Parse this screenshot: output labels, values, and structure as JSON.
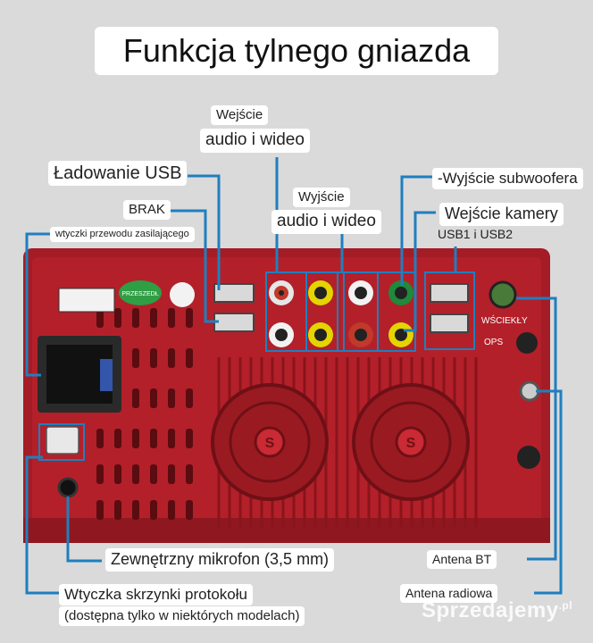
{
  "title": "Funkcja tylnego gniazda",
  "labels": {
    "audio_video_input_1": "Wejście",
    "audio_video_input_2": "audio i wideo",
    "usb_charging": "Ładowanie USB",
    "audio_video_output_1": "Wyjście",
    "audio_video_output_2": "audio i wideo",
    "subwoofer_output": "-Wyjście subwoofera",
    "camera_input": "Wejście kamery",
    "usb1_usb2": "USB1 i USB2",
    "brak": "BRAK",
    "power_cable_plug": "wtyczki przewodu zasilającego",
    "wsciekly": "WŚCIEKŁY",
    "ops": "OPS",
    "external_mic": "Zewnętrzny mikrofon (3,5 mm)",
    "bt_antenna": "Antena BT",
    "protocol_box_plug": "Wtyczka skrzynki protokołu",
    "protocol_box_note": "(dostępna tylko w niektórych modelach)",
    "radio_antenna": "Antena radiowa"
  },
  "device_sticker": "PRZESZEDŁ",
  "watermark": {
    "brand": "Sprzedajemy",
    "suffix": ".pl"
  },
  "colors": {
    "panel_red": "#b3202a",
    "leader_line": "#1f7fbf",
    "jack_yellow": "#e4d400",
    "jack_green": "#1e8a3a",
    "jack_red": "#c0392b",
    "sticker_green": "#2f9e44"
  }
}
